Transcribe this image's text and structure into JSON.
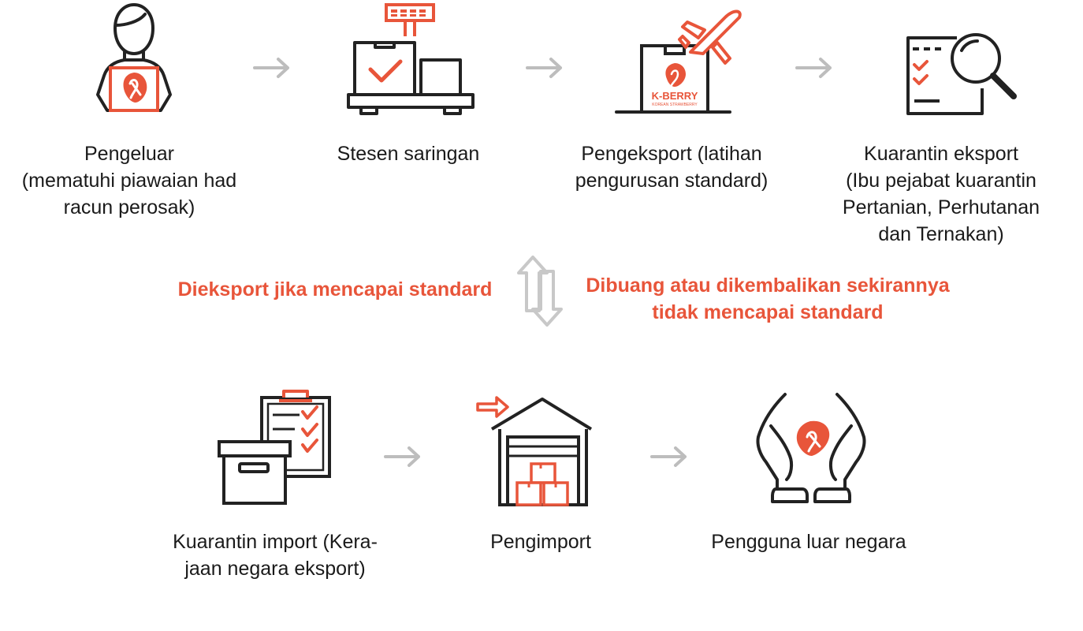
{
  "colors": {
    "accent": "#e8553a",
    "stroke": "#222222",
    "arrow": "#bdbdbd",
    "text": "#1a1a1a"
  },
  "top_row": [
    {
      "icon": "producer-with-box-icon",
      "lines": [
        "Pengeluar",
        "(mematuhi piawaian had",
        "racun perosak)"
      ]
    },
    {
      "icon": "inspection-scale-icon",
      "lines": [
        "Stesen saringan"
      ]
    },
    {
      "icon": "export-box-airplane-icon",
      "lines": [
        "Pengeksport (latihan",
        "pengurusan standard)"
      ]
    },
    {
      "icon": "quarantine-checklist-magnifier-icon",
      "lines": [
        "Kuarantin eksport",
        "(Ibu pejabat kuarantin",
        "Pertanian, Perhutanan",
        "dan Ternakan)"
      ]
    }
  ],
  "middle": {
    "left_note": [
      "Dieksport jika mencapai standard"
    ],
    "right_note": [
      "Dibuang atau dikembalikan sekirannya",
      "tidak mencapai standard"
    ],
    "icon": "up-down-arrows-icon"
  },
  "bottom_row": [
    {
      "icon": "import-quarantine-box-clipboard-icon",
      "lines": [
        "Kuarantin import (Kera-",
        "jaan negara eksport)"
      ]
    },
    {
      "icon": "warehouse-icon",
      "lines": [
        "Pengimport"
      ]
    },
    {
      "icon": "hands-strawberry-icon",
      "lines": [
        "Pengguna luar negara"
      ]
    }
  ],
  "brand": {
    "logo_text": "K-BERRY",
    "logo_subtext": "KOREAN STRAWBERRY"
  }
}
